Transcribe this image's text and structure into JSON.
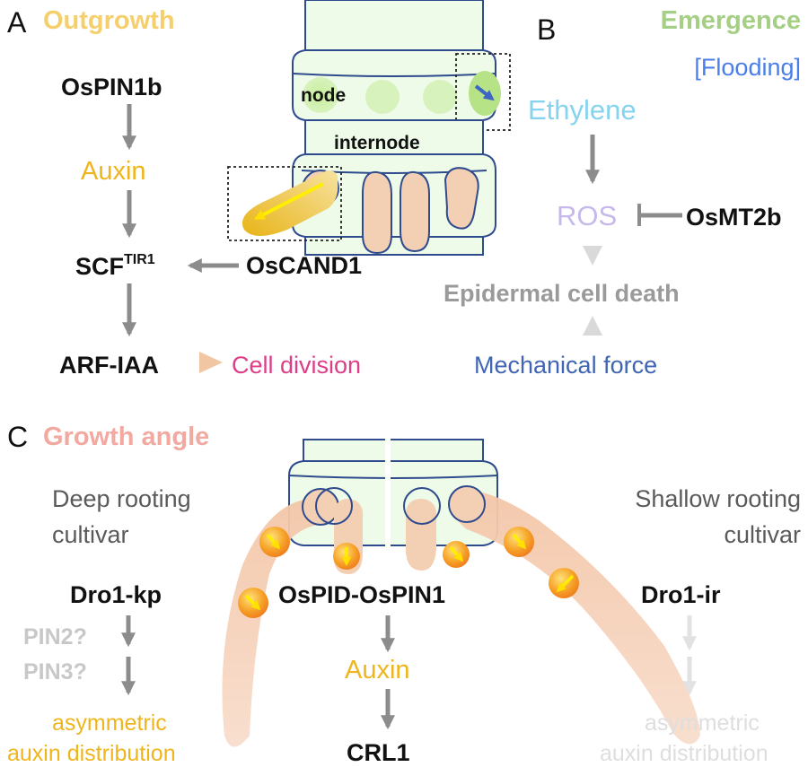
{
  "colors": {
    "outgrowth": "#f5cf6b",
    "emergence": "#a6cf86",
    "growth_angle": "#f2a9a0",
    "auxin": "#efb51c",
    "ethylene": "#86d3ef",
    "ros": "#c7b8ec",
    "flooding": "#4a7ee8",
    "mechanical": "#3f65b4",
    "cell_division": "#de3d87",
    "gray": "#8c8c8c",
    "light_gray": "#c8c8c8",
    "faint_gray": "#dedede",
    "stem_outline": "#2f4b8e",
    "stem_fill": "#eefbe9",
    "root_fill": "#f3cfb4"
  },
  "panel_a": {
    "letter": "A",
    "title": "Outgrowth",
    "ospin1b": "OsPIN1b",
    "auxin": "Auxin",
    "scf": "SCF",
    "scf_sup": "TIR1",
    "oscand1": "OsCAND1",
    "arf_iaa": "ARF-IAA",
    "cell_division": "Cell division"
  },
  "stem": {
    "node": "node",
    "internode": "internode"
  },
  "panel_b": {
    "letter": "B",
    "title": "Emergence",
    "flooding": "[Flooding]",
    "ethylene": "Ethylene",
    "ros": "ROS",
    "osmt2b": "OsMT2b",
    "epidermal": "Epidermal cell death",
    "mechanical": "Mechanical force"
  },
  "panel_c": {
    "letter": "C",
    "title": "Growth angle",
    "deep_line1": "Deep rooting",
    "deep_line2": "cultivar",
    "shallow_line1": "Shallow rooting",
    "shallow_line2": "cultivar",
    "dro1_kp": "Dro1-kp",
    "pin2": "PIN2?",
    "pin3": "PIN3?",
    "asym_left_line1": "asymmetric",
    "asym_left_line2": "auxin distribution",
    "ospid": "OsPID-OsPIN1",
    "auxin": "Auxin",
    "crl1": "CRL1",
    "dro1_ir": "Dro1-ir",
    "asym_right_line1": "asymmetric",
    "asym_right_line2": "auxin distribution"
  }
}
